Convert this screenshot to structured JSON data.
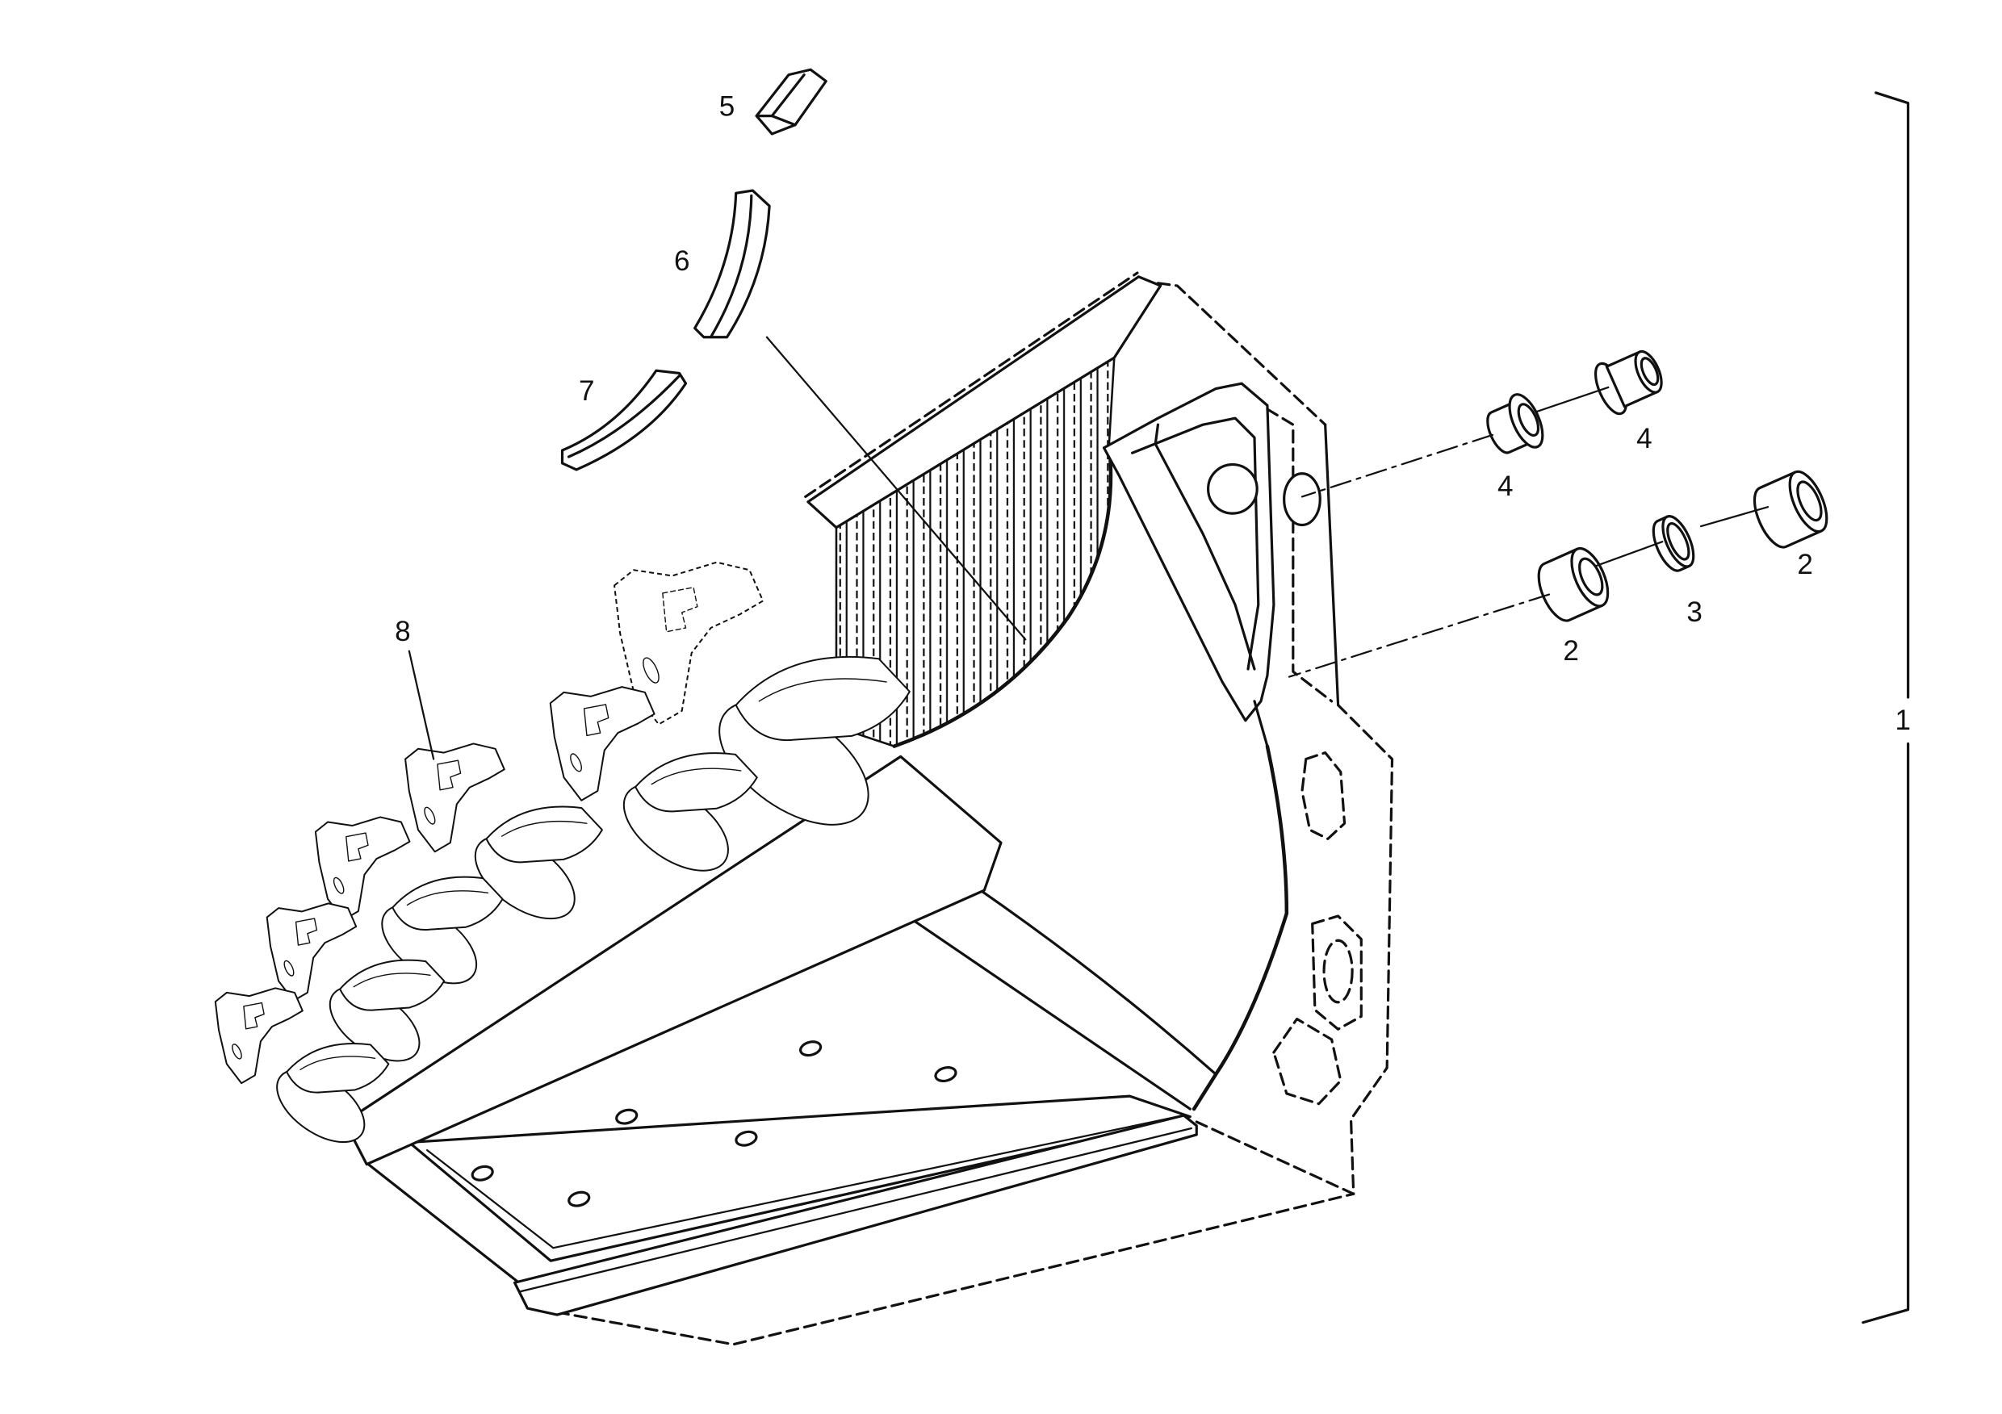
{
  "callouts": {
    "part_1": "1",
    "part_2_left": "2",
    "part_2_right": "2",
    "part_3": "3",
    "part_4_left": "4",
    "part_4_right": "4",
    "part_5": "5",
    "part_6": "6",
    "part_7": "7",
    "part_8": "8"
  }
}
